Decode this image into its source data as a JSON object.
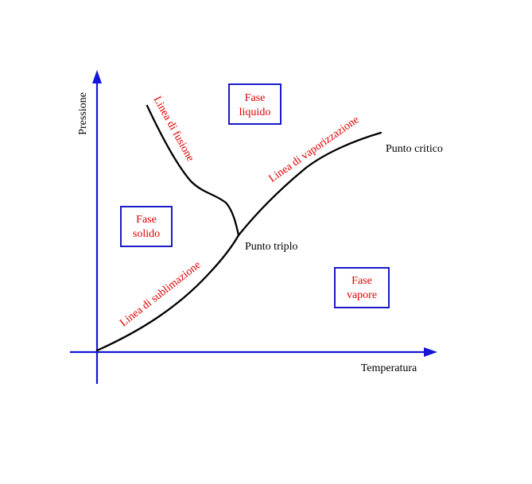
{
  "colors": {
    "axis": "#1515d6",
    "curve": "#000000",
    "line_label": "#e00000",
    "phase_text": "#e00000",
    "phase_border": "#1a1ac8",
    "point_label": "#000000"
  },
  "axes": {
    "y_label": "Pressione",
    "x_label": "Temperatura"
  },
  "phases": {
    "liquid": {
      "line1": "Fase",
      "line2": "liquido"
    },
    "solid": {
      "line1": "Fase",
      "line2": "solido"
    },
    "vapor": {
      "line1": "Fase",
      "line2": "vapore"
    }
  },
  "curves": {
    "fusion": "Linea di fusione",
    "vaporization": "Linea di vaporizzazione",
    "sublimation": "Linea di sublimazione"
  },
  "points": {
    "critical": "Punto critico",
    "triple": "Punto triplo"
  }
}
